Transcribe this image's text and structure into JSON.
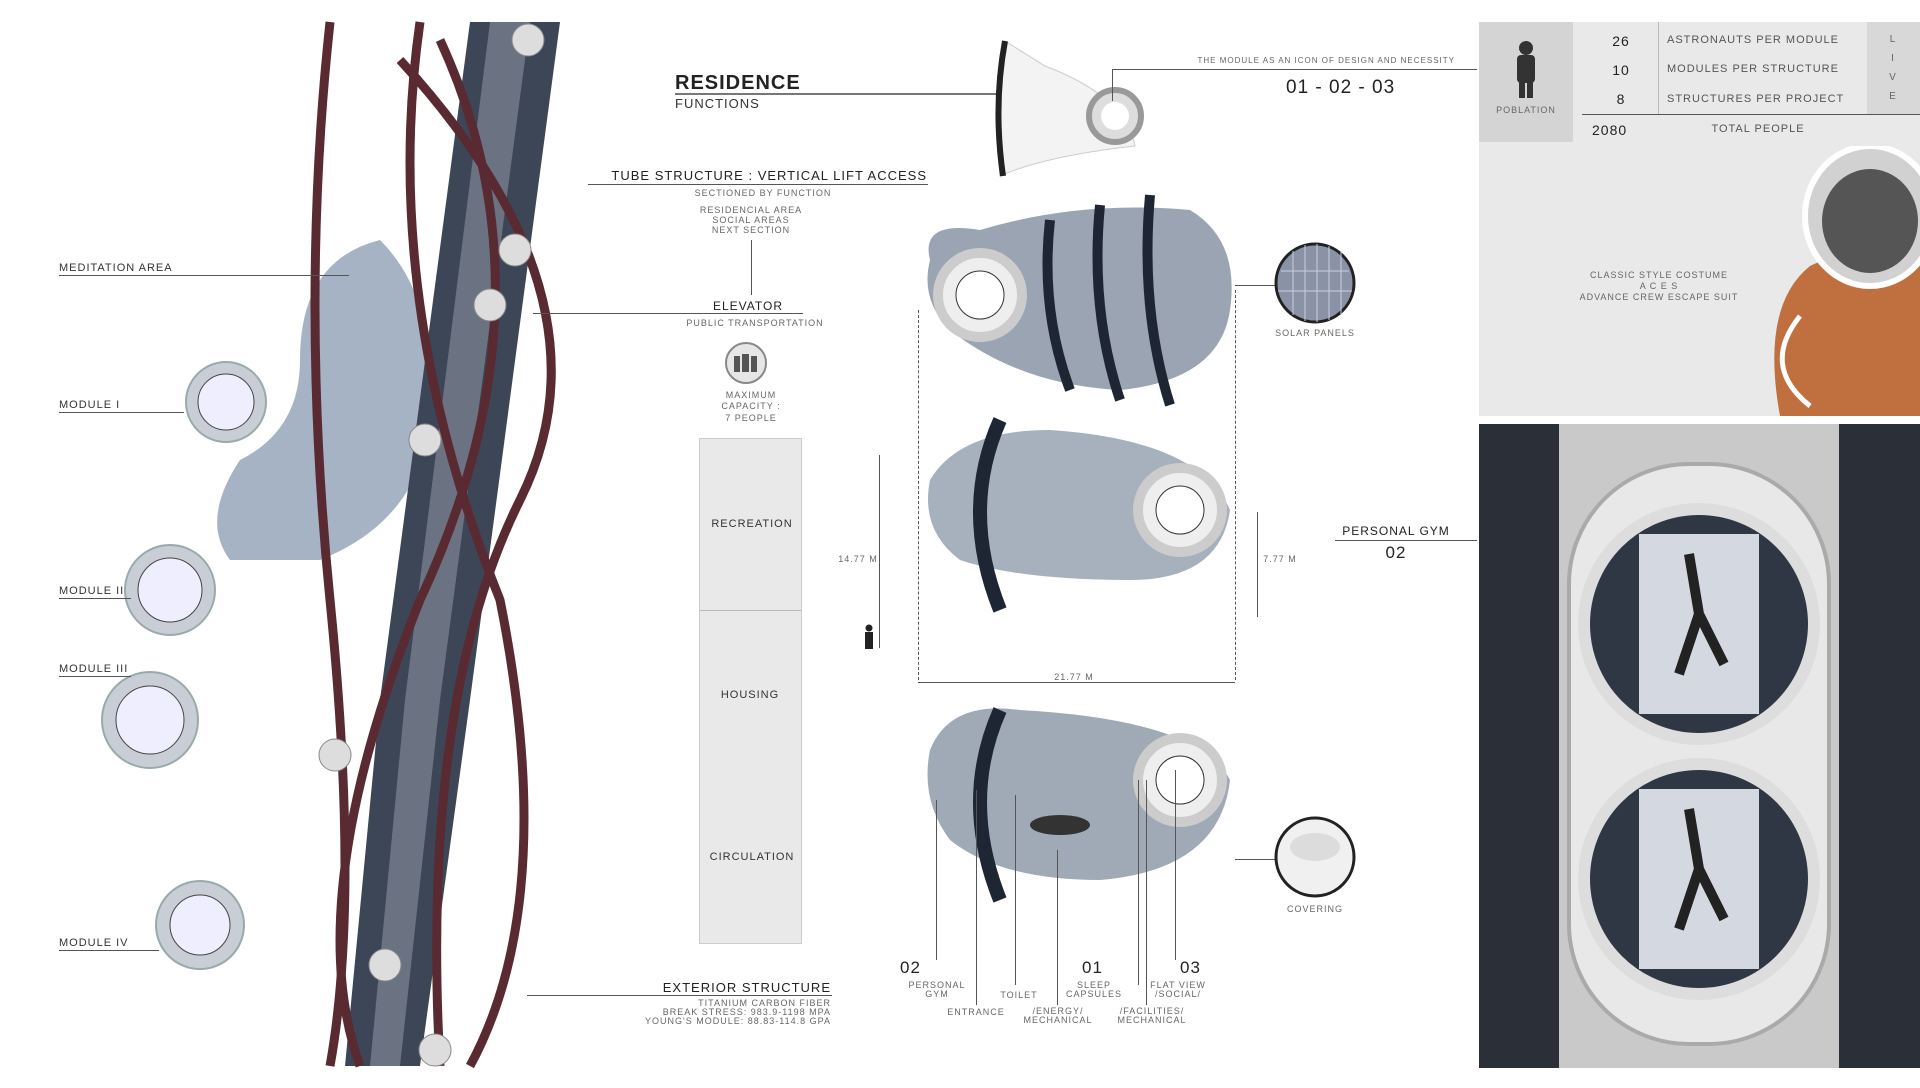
{
  "header": {
    "title": "RESIDENCE",
    "subtitle": "FUNCTIONS",
    "module_caption": "THE MODULE AS AN ICON OF DESIGN AND NECESSITY",
    "module_numbers": "01 - 02 - 03"
  },
  "population": {
    "label": "POBLATION",
    "rows": [
      {
        "value": "26",
        "label": "ASTRONAUTS PER MODULE"
      },
      {
        "value": "10",
        "label": "MODULES PER STRUCTURE"
      },
      {
        "value": "8",
        "label": "STRUCTURES PER PROJECT"
      }
    ],
    "total_value": "2080",
    "total_label": "TOTAL PEOPLE",
    "side_letters": [
      "L",
      "I",
      "V",
      "E"
    ]
  },
  "suit": {
    "line1": "CLASSIC STYLE COSTUME",
    "line2": "A C E S",
    "line3": "ADVANCE CREW ESCAPE SUIT"
  },
  "tube": {
    "title": "TUBE STRUCTURE : VERTICAL LIFT ACCESS",
    "subtitle": "SECTIONED BY FUNCTION",
    "items": [
      "RESIDENCIAL AREA",
      "SOCIAL AREAS",
      "NEXT SECTION"
    ]
  },
  "elevator": {
    "title": "ELEVATOR",
    "subtitle": "PUBLIC TRANSPORTATION",
    "cap1": "MAXIMUM",
    "cap2": "CAPACITY :",
    "cap3": "7 PEOPLE"
  },
  "sections": [
    "RECREATION",
    "HOUSING",
    "CIRCULATION"
  ],
  "left_labels": [
    "MEDITATION AREA",
    "MODULE I",
    "MODULE II",
    "MODULE III",
    "MODULE IV"
  ],
  "exterior": {
    "title": "EXTERIOR STRUCTURE",
    "l1": "TITANIUM CARBON FIBER",
    "l2": "BREAK STRESS: 983.9-1198 MPA",
    "l3": "YOUNG'S MODULE: 88.83-114.8 GPA"
  },
  "dimensions": {
    "height": "14.77 M",
    "inner": "7.77 M",
    "width": "21.77 M"
  },
  "materials": {
    "solar": "SOLAR PANELS",
    "covering": "COVERING"
  },
  "gym": {
    "title": "PERSONAL GYM",
    "number": "02"
  },
  "parts": {
    "n02": "02",
    "gym": "PERSONAL GYM",
    "entrance": "ENTRANCE",
    "toilet": "TOILET",
    "energy": "/ENERGY/ MECHANICAL",
    "n01": "01",
    "sleep": "SLEEP CAPSULES",
    "facilities": "/FACILITIES/ MECHANICAL",
    "n03": "03",
    "flat": "FLAT VIEW /SOCIAL/"
  }
}
